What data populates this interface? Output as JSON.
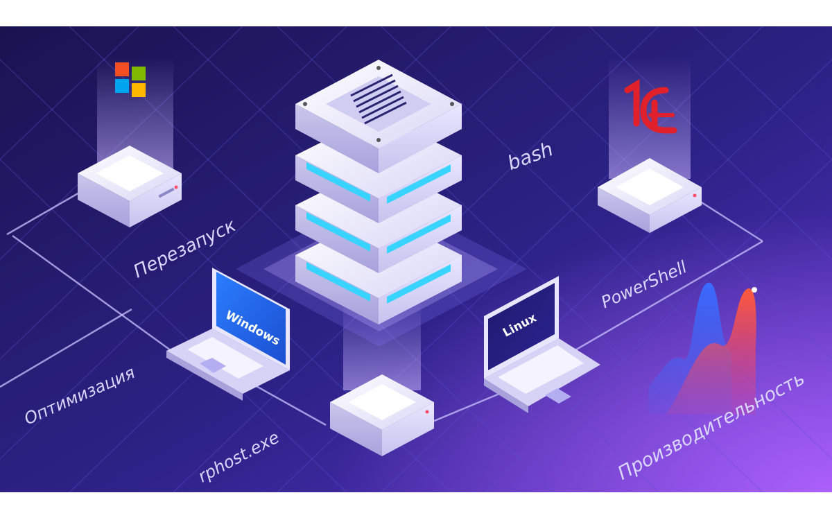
{
  "labels": {
    "restart": "Перезапуск",
    "bash": "bash",
    "powershell": "PowerShell",
    "optimization": "Оптимизация",
    "rphost": "rphost.exe",
    "performance": "Производительность"
  },
  "laptops": {
    "left_screen": "Windows",
    "right_screen": "Linux"
  },
  "logos": {
    "onec": "1С"
  },
  "icons": [
    "windows-logo-icon",
    "onec-logo-icon",
    "server-rack-icon",
    "performance-chart-icon"
  ],
  "colors": {
    "background_dark": "#1a1350",
    "background_mid": "#3a2aa0",
    "background_glow": "#a45cff",
    "accent_cyan": "#35d6ff",
    "onec_red": "#e0202a",
    "windows_red": "#f25022",
    "windows_green": "#7fba00",
    "windows_blue": "#00a4ef",
    "windows_yellow": "#ffb900"
  }
}
